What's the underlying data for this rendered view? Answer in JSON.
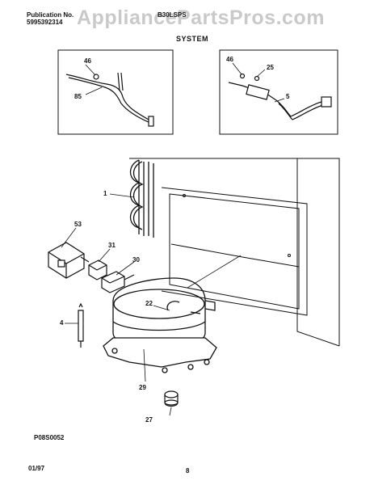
{
  "header": {
    "publication_label": "Publication No.",
    "publication_number": "5995392314",
    "model": "B30LSPS",
    "section_title": "SYSTEM"
  },
  "watermark": "AppliancePartsPros.com",
  "inset_left": {
    "labels": [
      "46",
      "85"
    ]
  },
  "inset_right": {
    "labels": [
      "46",
      "25",
      "5"
    ]
  },
  "main_labels": [
    "1",
    "53",
    "31",
    "30",
    "22",
    "4",
    "29",
    "27"
  ],
  "figure_code": "P08S0052",
  "footer": {
    "date_code": "01/97",
    "page_number": "8"
  },
  "colors": {
    "line": "#111111",
    "watermark": "#8a8a8a"
  }
}
